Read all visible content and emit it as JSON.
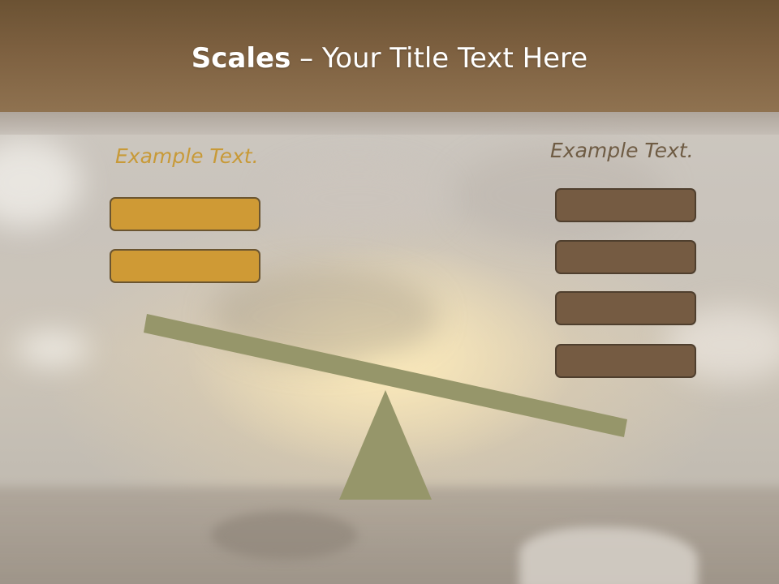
{
  "slide": {
    "title_bold": "Scales",
    "title_rest": " – Your Title Text Here",
    "left_label": "Example Text.",
    "right_label": "Example Text.",
    "left_boxes": [
      "",
      ""
    ],
    "right_boxes": [
      "",
      "",
      "",
      ""
    ]
  },
  "colors": {
    "header_brown": "#7d6040",
    "gold_box": "#cf9a35",
    "brown_box": "#755b42",
    "seesaw_olive": "#96966a",
    "left_label_color": "#c89a38",
    "right_label_color": "#6f5c44"
  }
}
